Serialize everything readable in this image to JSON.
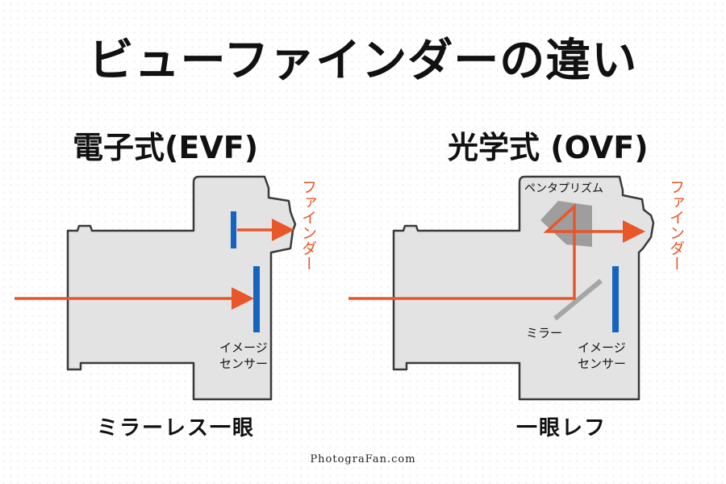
{
  "title": "ビューファインダーの違い",
  "evf": {
    "heading": "電子式(EVF)",
    "finder_label": "ファインダー",
    "sensor_label_line1": "イメージ",
    "sensor_label_line2": "センサー",
    "caption": "ミラーレス一眼"
  },
  "ovf": {
    "heading": "光学式 (OVF)",
    "prism_label": "ペンタプリズム",
    "finder_label": "ファインダー",
    "mirror_label": "ミラー",
    "sensor_label_line1": "イメージ",
    "sensor_label_line2": "センサー",
    "caption": "一眼レフ"
  },
  "credit": "PhotograFan.com",
  "colors": {
    "body_fill": "#e3e3e3",
    "outline": "#3a3a3a",
    "light_path": "#e8562a",
    "sensor": "#1565c0",
    "prism": "#9e9e9e",
    "mirror": "#a6a6a6"
  }
}
